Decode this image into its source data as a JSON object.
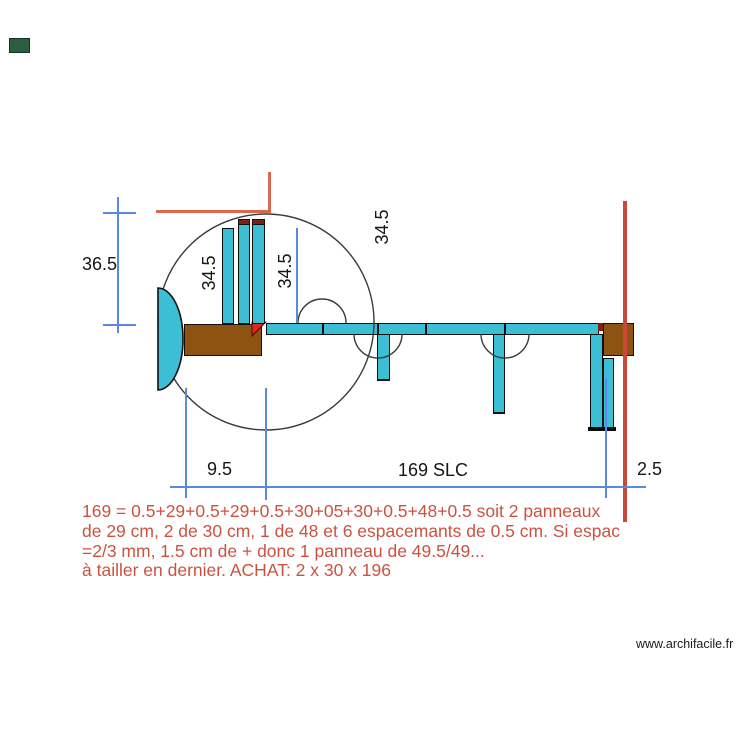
{
  "drawing": {
    "title_context": "archifacile shelf panel plan",
    "dimension_labels": {
      "left_height": "36.5",
      "bar_height_1": "34.5",
      "bar_height_2": "34.5",
      "bar_height_3": "34.5",
      "bottom_left_width": "9.5",
      "bottom_main_width": "169 SLC",
      "bottom_right_width": "2.5"
    },
    "notes": {
      "line1": "169 = 0.5+29+0.5+29+0.5+30+05+30+0.5+48+0.5 soit 2 panneaux",
      "line2": "de 29 cm, 2 de 30 cm, 1 de 48 et 6 espacemants de 0.5 cm. Si espac",
      "line3": "=2/3 mm, 1.5 cm de + donc 1 panneau de 49.5/49...",
      "line4": "à tailler en dernier. ACHAT: 2 x 30 x 196"
    },
    "footer": {
      "website": "www.archifacile.fr"
    },
    "colors": {
      "panel_cyan": "#3CBFD4",
      "wood_brown": "#8E5311",
      "accent_red_triangle": "#E5241C",
      "cap_maroon": "#7E2013",
      "corner_line_red": "#D9694E",
      "wall_line_red": "#C94936",
      "dimension_blue": "#5B87E5",
      "note_text_orange": "#CC5240",
      "outline_dark": "#101010",
      "arc_gray": "#3a3a3a",
      "marker_green": "#2B5E3F"
    }
  }
}
